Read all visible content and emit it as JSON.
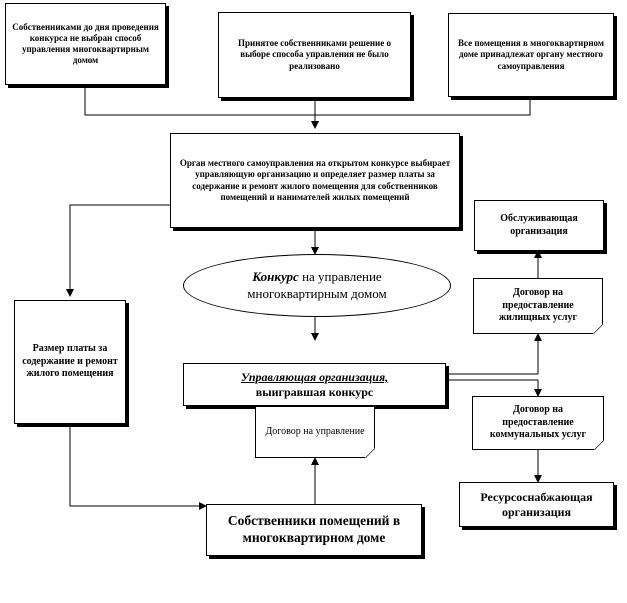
{
  "boxes": {
    "owners_no_choice": "Собственниками до дня проведения конкурса не выбран способ управления многоквартирным домом",
    "decision_not_realized": "Принятое собственниками решение о выборе способа управления не было реализовано",
    "municipal_ownership": "Все помещения в многоквартирном доме принадлежат органу местного самоуправления",
    "local_authority": "Орган местного самоуправления на открытом конкурсе выбирает управляющую организацию и определяет размер платы за содержание и ремонт жилого помещения для собственников помещений и нанимателей жилых помещений",
    "payment_size": "Размер платы за содержание и ремонт жилого помещения",
    "service_org": "Обслуживающая организация",
    "housing_contract": "Договор на предоставление жилищных услуг",
    "utility_contract": "Договор на предоставление коммунальных услуг",
    "resource_org": "Ресурсоснабжающая организация",
    "management_contract": "Договор на управление",
    "owners": "Собственники помещений в многоквартирном доме"
  },
  "contest": {
    "word": "Конкурс",
    "rest": "на управление многоквартирным домом"
  },
  "managing_org": {
    "title": "Управляющая организация,",
    "subtitle": "выигравшая конкурс"
  }
}
